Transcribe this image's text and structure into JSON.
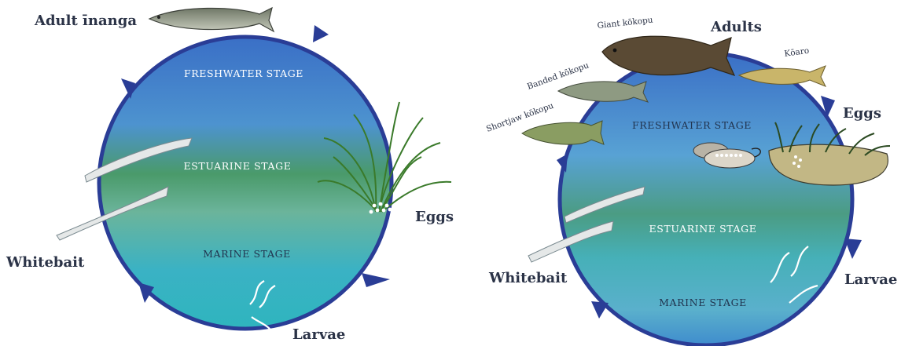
{
  "left_diagram": {
    "adult_label": "Adult īnanga",
    "stage_freshwater": "FRESHWATER STAGE",
    "stage_estuarine": "ESTUARINE STAGE",
    "stage_marine": "MARINE STAGE",
    "eggs_label": "Eggs",
    "larvae_label": "Larvae",
    "whitebait_label": "Whitebait"
  },
  "right_diagram": {
    "adults_label": "Adults",
    "species": {
      "giant": "Giant kōkopu",
      "banded": "Banded kōkopu",
      "koaro": "Kōaro",
      "shortjaw": "Shortjaw kōkopu"
    },
    "stage_freshwater": "FRESHWATER STAGE",
    "stage_estuarine": "ESTUARINE STAGE",
    "stage_marine": "MARINE STAGE",
    "eggs_label": "Eggs",
    "larvae_label": "Larvae",
    "whitebait_label": "Whitebait"
  },
  "colors": {
    "ring": "#2a3d96",
    "freshwater": "#3f78c9",
    "estuarine": "#4f9d6e",
    "marine": "#3bb3c2"
  }
}
